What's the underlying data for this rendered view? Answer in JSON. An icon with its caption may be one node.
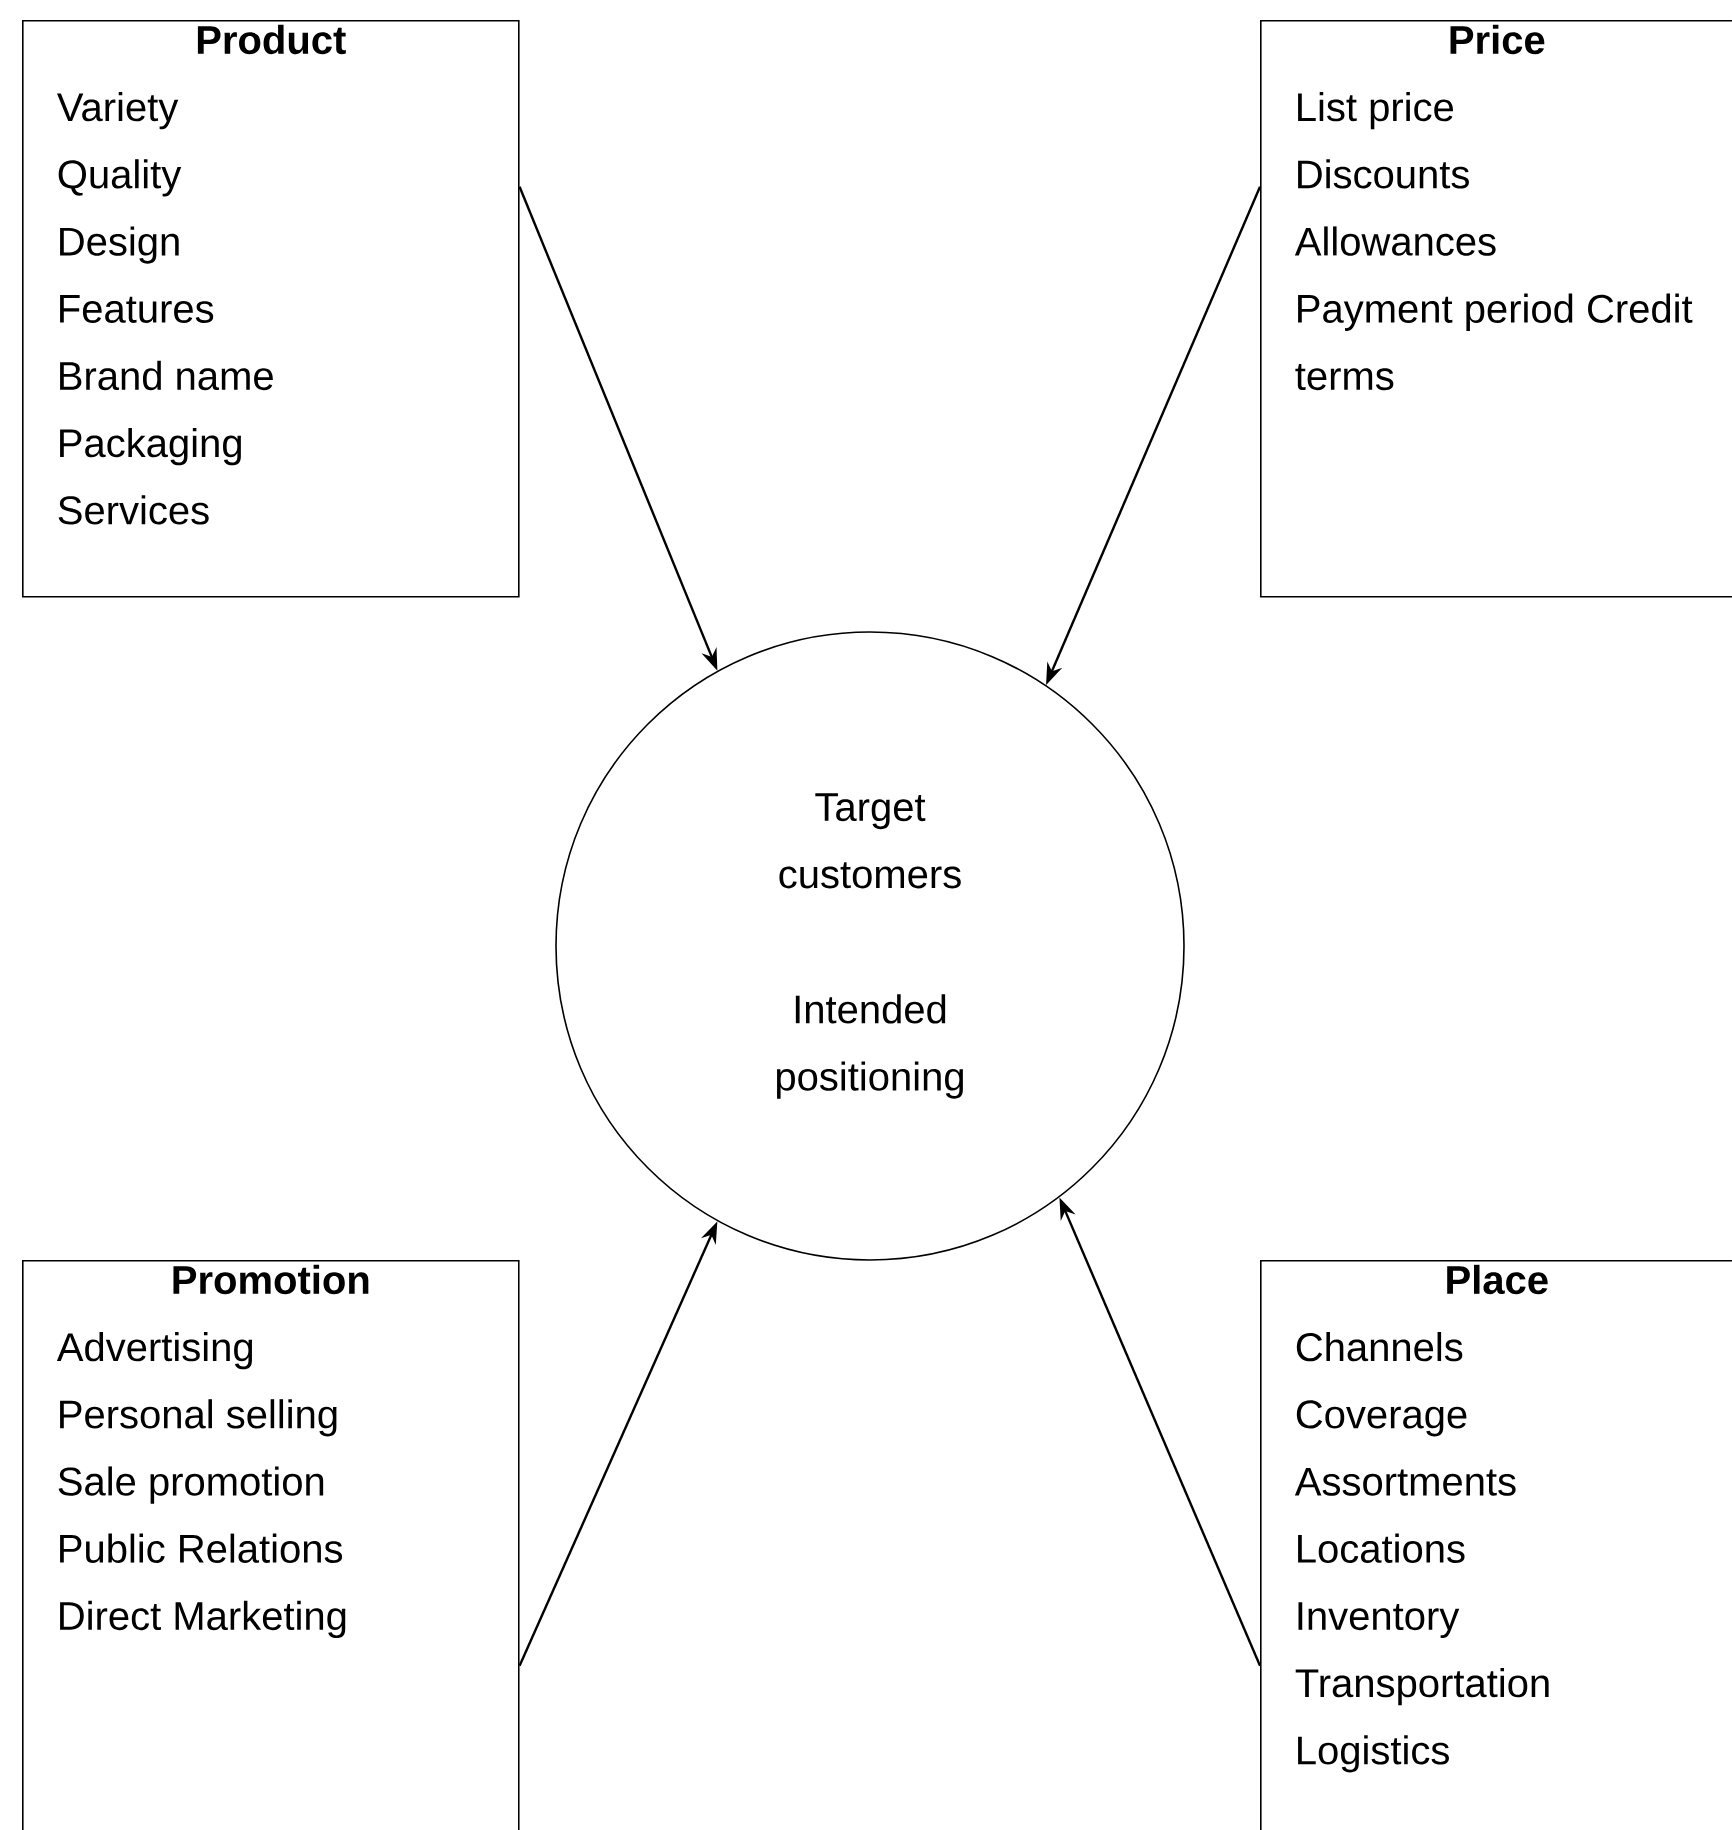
{
  "diagram": {
    "nodes": [
      {
        "text": [
          "Product",
          "Variety",
          "Quality",
          "Design",
          "Features",
          "Brand name",
          "Packaging",
          "Services"
        ]
      },
      {
        "text": [
          "Price",
          "List price",
          "Discounts",
          "Allowances",
          "Payment period Credit terms"
        ]
      },
      {
        "text": [
          "Target customers",
          "Intended positioning"
        ]
      },
      {
        "text": [
          "Promotion",
          "Advertising",
          "Personal selling",
          "Sale promotion",
          "Public Relations",
          "Direct Marketing"
        ]
      },
      {
        "text": [
          "Place",
          "Channels",
          "Coverage",
          "Assortments",
          "Locations",
          "Inventory",
          "Transportation",
          "Logistics"
        ]
      }
    ],
    "edges": [
      {
        "from": 0,
        "to": 2,
        "arrow": "to"
      },
      {
        "from": 1,
        "to": 2,
        "arrow": "to"
      },
      {
        "from": 3,
        "to": 2,
        "arrow": "to"
      },
      {
        "from": 4,
        "to": 2,
        "arrow": "to"
      }
    ]
  }
}
